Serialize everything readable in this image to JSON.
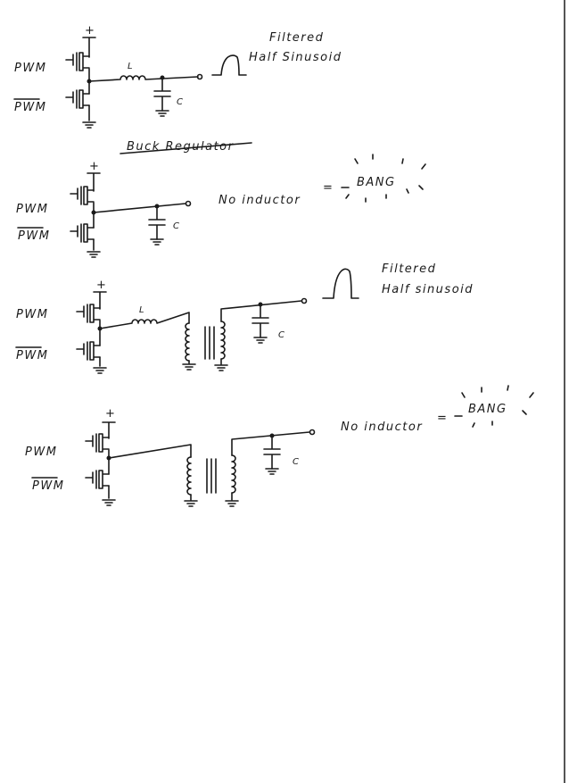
{
  "labels": {
    "pwm": "PWM",
    "pwm_bar": "PWM",
    "plus": "+",
    "inductor": "L",
    "capacitor": "C",
    "filtered": "Filtered",
    "half_sinusoid_1": "Half Sinusoid",
    "half_sinusoid_3": "Half sinusoid",
    "buck_regulator": "Buck Regulator",
    "no_inductor": "No inductor",
    "equals": "=",
    "bang": "BANG"
  }
}
